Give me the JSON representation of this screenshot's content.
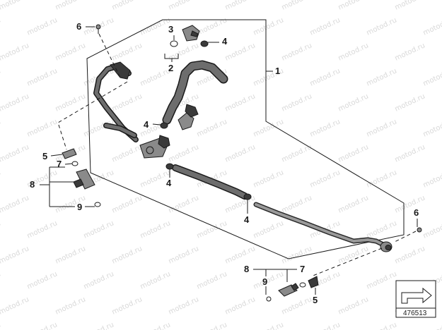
{
  "diagram": {
    "watermark_text": "motod.ru",
    "reference_number": "476513",
    "callouts": [
      {
        "id": "c1",
        "label": "1"
      },
      {
        "id": "c2",
        "label": "2"
      },
      {
        "id": "c3",
        "label": "3"
      },
      {
        "id": "c4a",
        "label": "4"
      },
      {
        "id": "c4b",
        "label": "4"
      },
      {
        "id": "c4c",
        "label": "4"
      },
      {
        "id": "c4d",
        "label": "4"
      },
      {
        "id": "c5a",
        "label": "5"
      },
      {
        "id": "c5b",
        "label": "5"
      },
      {
        "id": "c6a",
        "label": "6"
      },
      {
        "id": "c6b",
        "label": "6"
      },
      {
        "id": "c7a",
        "label": "7"
      },
      {
        "id": "c7b",
        "label": "7"
      },
      {
        "id": "c8a",
        "label": "8"
      },
      {
        "id": "c8b",
        "label": "8"
      },
      {
        "id": "c9a",
        "label": "9"
      },
      {
        "id": "c9b",
        "label": "9"
      }
    ],
    "colors": {
      "line": "#1a1a1a",
      "part_fill": "#8a8a8a",
      "watermark": "#d9d9d9"
    }
  }
}
